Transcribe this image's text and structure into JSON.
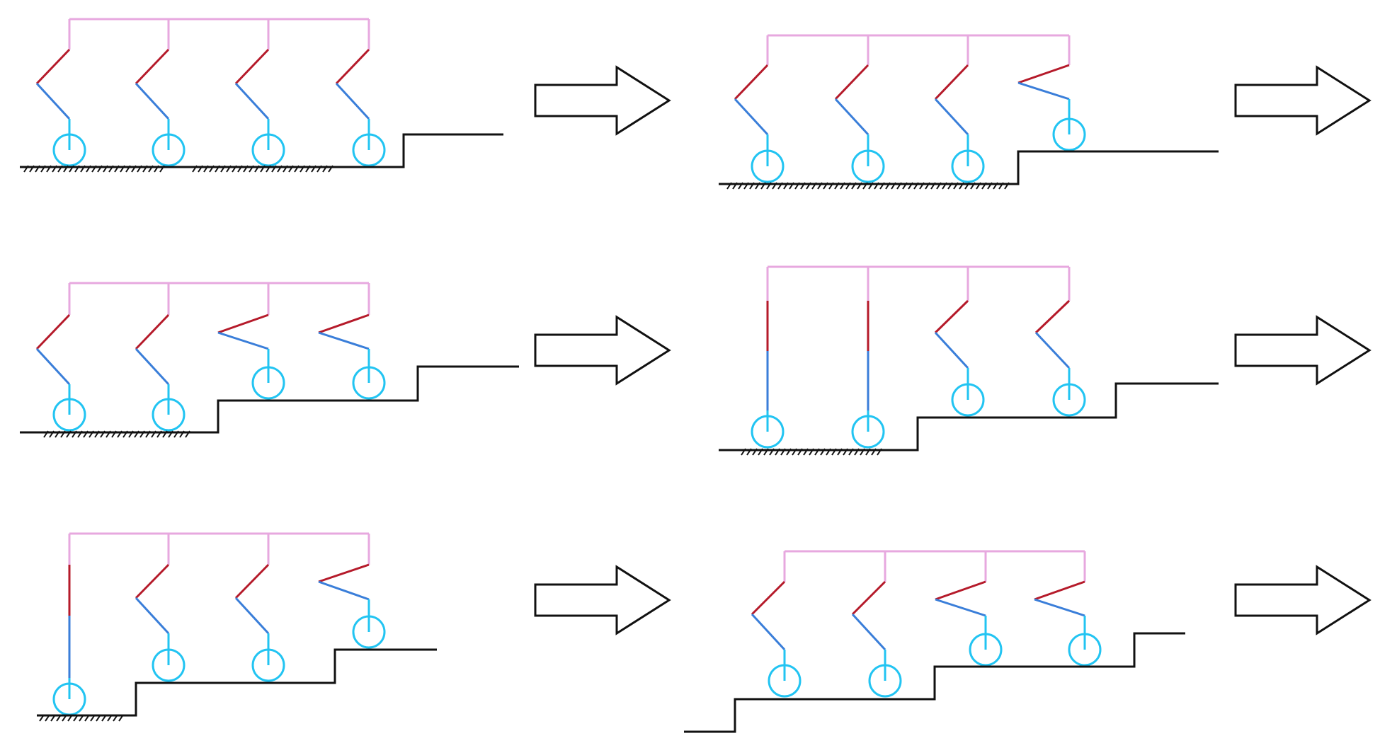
{
  "figure": {
    "description_text": "",
    "colors": {
      "body": "#e7a8df",
      "thigh": "#b51a2a",
      "shin": "#3a7ed9",
      "foot": "#22c4f2",
      "ground": "#111111",
      "hatch": "#111111",
      "arrow_stroke": "#111111",
      "arrow_fill": "#ffffff",
      "background": "#ffffff"
    },
    "panels": [
      {
        "name": "panel-1",
        "step": 1,
        "leg_states": [
          "bent",
          "bent",
          "bent",
          "bent"
        ]
      },
      {
        "name": "panel-2",
        "step": 2,
        "leg_states": [
          "bent",
          "bent",
          "bent",
          "raised"
        ]
      },
      {
        "name": "panel-3",
        "step": 3,
        "leg_states": [
          "bent",
          "bent",
          "raised",
          "raised"
        ]
      },
      {
        "name": "panel-4",
        "step": 4,
        "leg_states": [
          "straight",
          "straight",
          "bent",
          "bent"
        ]
      },
      {
        "name": "panel-5",
        "step": 5,
        "leg_states": [
          "straight",
          "bent",
          "bent",
          "raised"
        ]
      },
      {
        "name": "panel-6",
        "step": 6,
        "leg_states": [
          "bent",
          "bent",
          "raised",
          "raised"
        ]
      }
    ],
    "arrows": [
      {
        "name": "arrow-1",
        "from": 1,
        "to": 2
      },
      {
        "name": "arrow-2",
        "from": 2,
        "to": 3
      },
      {
        "name": "arrow-3",
        "from": 3,
        "to": 4
      },
      {
        "name": "arrow-4",
        "from": 4,
        "to": 5
      },
      {
        "name": "arrow-5",
        "from": 5,
        "to": 6
      },
      {
        "name": "arrow-6",
        "from": 6,
        "to": 7
      }
    ]
  }
}
